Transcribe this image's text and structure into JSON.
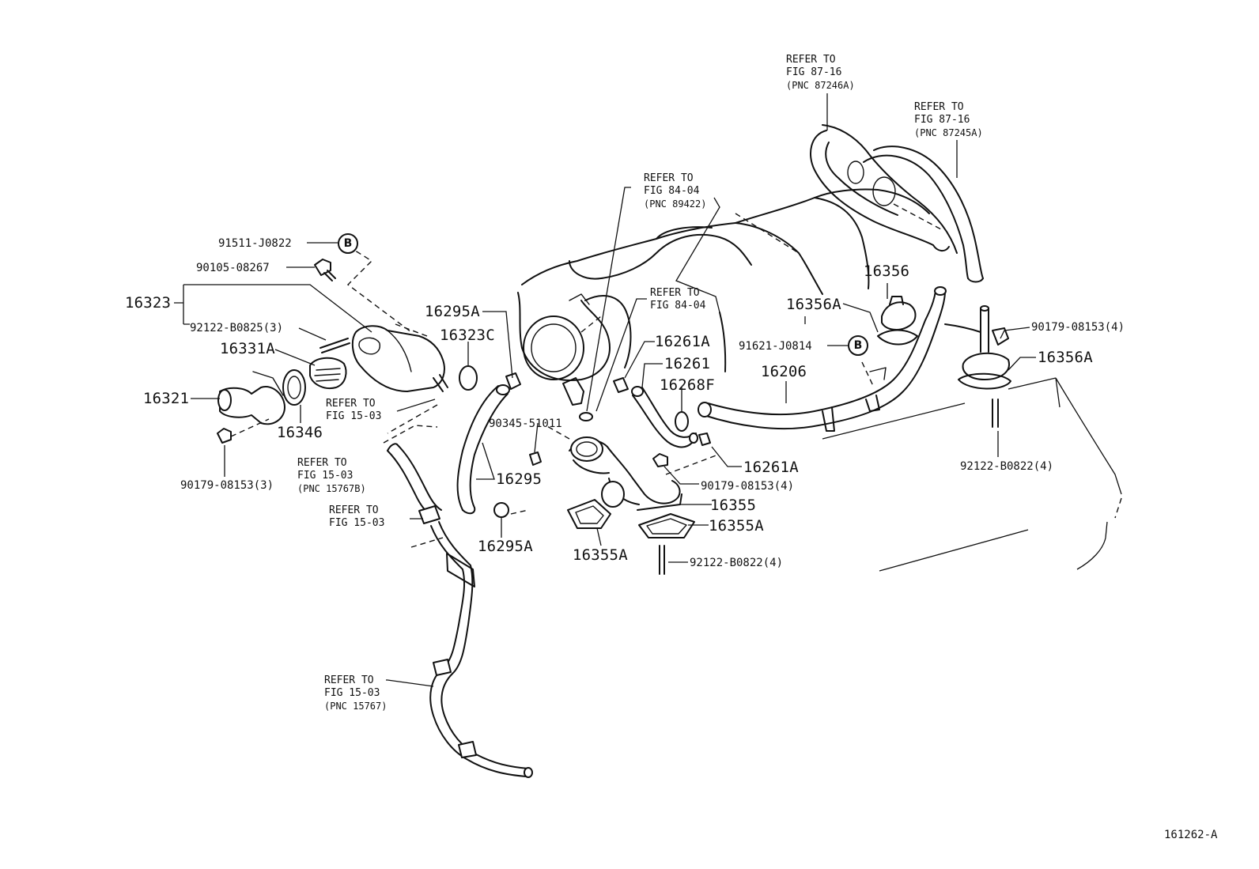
{
  "labels": {
    "p91511_J0822": "91511-J0822",
    "p90105_08267": "90105-08267",
    "p16323": "16323",
    "p92122_B0825_3": "92122-B0825(3)",
    "p16331A": "16331A",
    "p16321": "16321",
    "p16346": "16346",
    "p90179_08153_3": "90179-08153(3)",
    "p16295A_top": "16295A",
    "p16323C": "16323C",
    "p90345_51011": "90345-51011",
    "p16295": "16295",
    "p16295A_bottom": "16295A",
    "p16261A_top": "16261A",
    "p16261": "16261",
    "p16268F": "16268F",
    "p16261A_mid": "16261A",
    "p90179_08153_4_mid": "90179-08153(4)",
    "p16355": "16355",
    "p16355A_right": "16355A",
    "p16355A_left": "16355A",
    "p92122_B0822_4_mid": "92122-B0822(4)",
    "p16356": "16356",
    "p16356A_left": "16356A",
    "p91621_J0814": "91621-J0814",
    "p16206": "16206",
    "p90179_08153_4_right": "90179-08153(4)",
    "p16356A_right": "16356A",
    "p92122_B0822_4_right": "92122-B0822(4)",
    "figure_code": "161262-A"
  },
  "callouts": {
    "b_top": "B",
    "b_right": "B"
  },
  "references": {
    "fig_87_16_a": {
      "line1": "REFER TO",
      "line2": "FIG 87-16",
      "line3": "(PNC 87246A)"
    },
    "fig_87_16_b": {
      "line1": "REFER TO",
      "line2": "FIG 87-16",
      "line3": "(PNC 87245A)"
    },
    "fig_84_04_a": {
      "line1": "REFER TO",
      "line2": "FIG 84-04",
      "line3": "(PNC 89422)"
    },
    "fig_84_04_b": {
      "line1": "REFER TO",
      "line2": "FIG 84-04"
    },
    "fig_15_03_a": {
      "line1": "REFER TO",
      "line2": "FIG 15-03"
    },
    "fig_15_03_b": {
      "line1": "REFER TO",
      "line2": "FIG 15-03",
      "line3": "(PNC 15767B)"
    },
    "fig_15_03_c": {
      "line1": "REFER TO",
      "line2": "FIG 15-03"
    },
    "fig_15_03_d": {
      "line1": "REFER TO",
      "line2": "FIG 15-03",
      "line3": "(PNC 15767)"
    }
  }
}
